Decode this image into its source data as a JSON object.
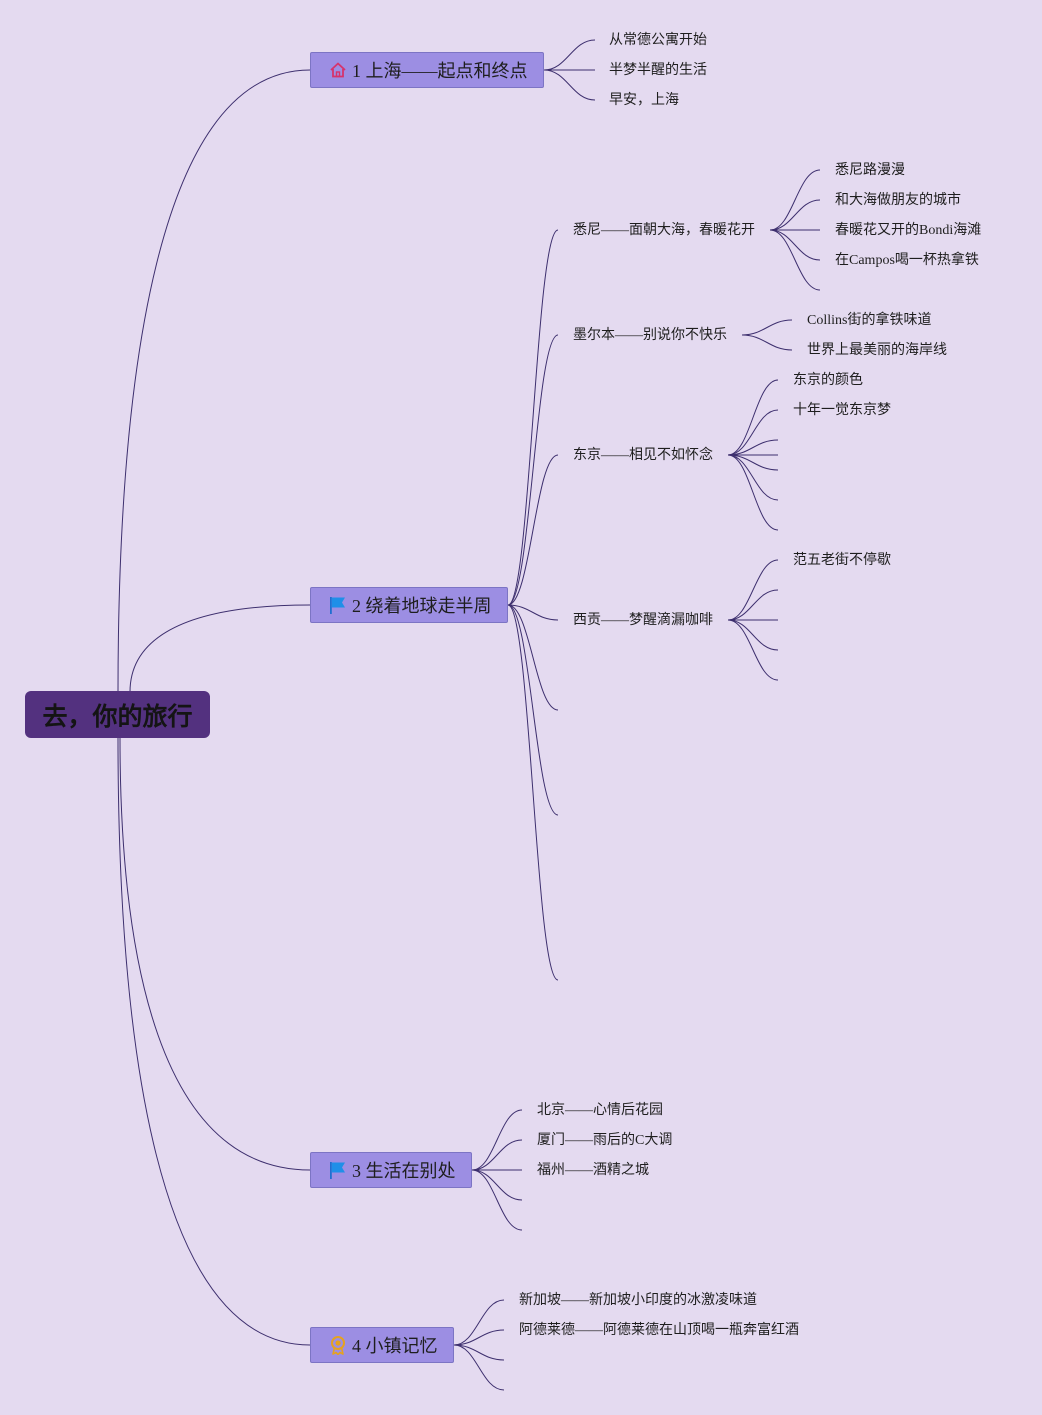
{
  "root": {
    "title": "去，你的旅行"
  },
  "colors": {
    "background": "#e4daf0",
    "root": "#53317f",
    "node": "#9c8ee3",
    "link": "#3d2f6e"
  },
  "branches": [
    {
      "label": "1 上海——起点和终点",
      "icon": "house-icon",
      "items": [
        "从常德公寓开始",
        "半梦半醒的生活",
        "早安，上海"
      ]
    },
    {
      "label": "2 绕着地球走半周",
      "icon": "flag-icon",
      "items": [
        {
          "label": "悉尼——面朝大海，春暖花开",
          "children": [
            "悉尼路漫漫",
            "和大海做朋友的城市",
            "春暖花又开的Bondi海滩",
            "在Campos喝一杯热拿铁"
          ]
        },
        {
          "label": "墨尔本——别说你不快乐",
          "children": [
            "Collins街的拿铁味道",
            "世界上最美丽的海岸线"
          ]
        },
        {
          "label": "东京——相见不如怀念",
          "children": [
            "东京的颜色",
            "十年一觉东京梦"
          ]
        },
        {
          "label": "西贡——梦醒滴漏咖啡",
          "children": [
            "范五老街不停歇"
          ]
        }
      ]
    },
    {
      "label": "3 生活在别处",
      "icon": "flag-icon",
      "items": [
        "北京——心情后花园",
        "厦门——雨后的C大调",
        "福州——酒精之城"
      ]
    },
    {
      "label": "4 小镇记忆",
      "icon": "medal-icon",
      "items": [
        "新加坡——新加坡小印度的冰激凌味道",
        "阿德莱德——阿德莱德在山顶喝一瓶奔富红酒"
      ]
    }
  ]
}
